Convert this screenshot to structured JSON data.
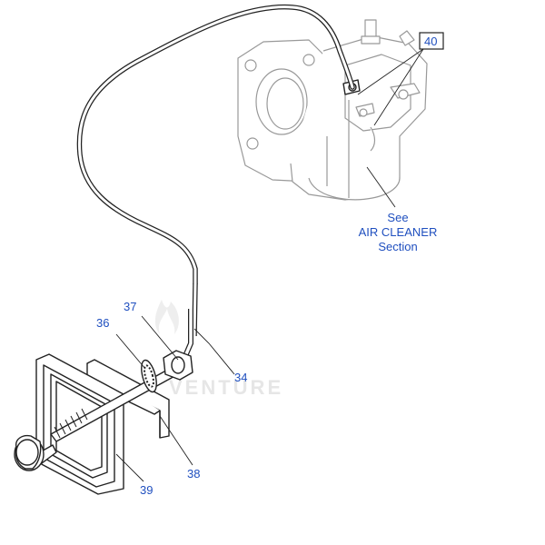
{
  "diagram": {
    "callouts": {
      "c34": "34",
      "c36": "36",
      "c37": "37",
      "c38": "38",
      "c39": "39",
      "c40": "40"
    },
    "reference_note": {
      "line1": "See",
      "line2": "AIR CLEANER",
      "line3": "Section"
    },
    "watermark": "VENTURE",
    "colors": {
      "callout_text": "#1f4fbf",
      "line_art": "#222222",
      "carburetor_art": "#999999",
      "watermark": "#e6e6e6"
    }
  }
}
